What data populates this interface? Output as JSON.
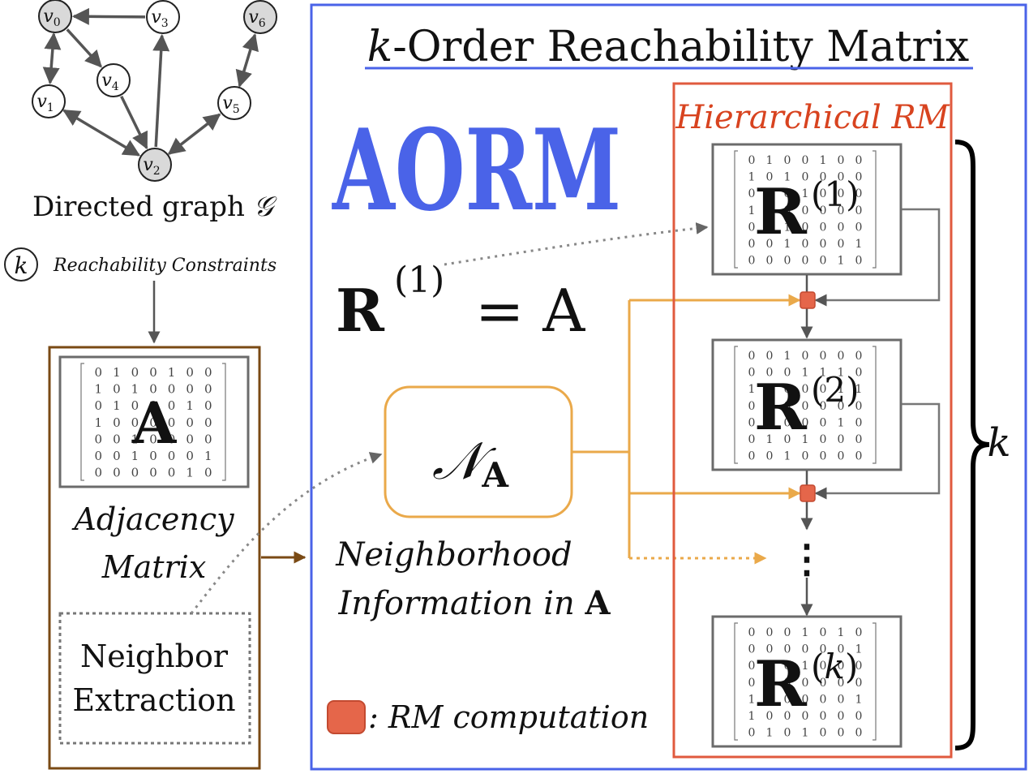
{
  "graph": {
    "caption_text": "Directed graph ",
    "caption_symbol": "𝒢",
    "nodes": [
      {
        "id": "v0",
        "base": "v",
        "sub": "0",
        "highlighted": true
      },
      {
        "id": "v3",
        "base": "v",
        "sub": "3",
        "highlighted": false
      },
      {
        "id": "v6",
        "base": "v",
        "sub": "6",
        "highlighted": true
      },
      {
        "id": "v4",
        "base": "v",
        "sub": "4",
        "highlighted": false
      },
      {
        "id": "v1",
        "base": "v",
        "sub": "1",
        "highlighted": false
      },
      {
        "id": "v5",
        "base": "v",
        "sub": "5",
        "highlighted": false
      },
      {
        "id": "v2",
        "base": "v",
        "sub": "2",
        "highlighted": true
      }
    ],
    "edges": [
      {
        "from": "v3",
        "to": "v0",
        "bidirectional": false
      },
      {
        "from": "v0",
        "to": "v4",
        "bidirectional": false
      },
      {
        "from": "v0",
        "to": "v1",
        "bidirectional": true
      },
      {
        "from": "v4",
        "to": "v2",
        "bidirectional": false
      },
      {
        "from": "v1",
        "to": "v2",
        "bidirectional": true
      },
      {
        "from": "v2",
        "to": "v3",
        "bidirectional": false
      },
      {
        "from": "v2",
        "to": "v5",
        "bidirectional": true
      },
      {
        "from": "v5",
        "to": "v6",
        "bidirectional": true
      }
    ]
  },
  "constraint": {
    "badge": "k",
    "label": "Reachability Constraints"
  },
  "adjacency": {
    "symbol": "A",
    "caption_line1": "Adjacency",
    "caption_line2": "Matrix",
    "matrix": [
      [
        "0",
        "1",
        "0",
        "0",
        "1",
        "0",
        "0"
      ],
      [
        "1",
        "0",
        "1",
        "0",
        "0",
        "0",
        "0"
      ],
      [
        "0",
        "1",
        "0",
        "0",
        "0",
        "1",
        "0"
      ],
      [
        "1",
        "0",
        "0",
        "0",
        "0",
        "0",
        "0"
      ],
      [
        "0",
        "0",
        "1",
        "0",
        "0",
        "0",
        "0"
      ],
      [
        "0",
        "0",
        "1",
        "0",
        "0",
        "0",
        "1"
      ],
      [
        "0",
        "0",
        "0",
        "0",
        "0",
        "1",
        "0"
      ]
    ]
  },
  "neighbor_extraction": {
    "line1": "Neighbor",
    "line2": "Extraction"
  },
  "main": {
    "title_k": "k",
    "title_rest": "-Order Reachability Matrix",
    "logo": "AORM",
    "eq_lhs": "R",
    "eq_sup": "(1)",
    "eq_rhs": "= A",
    "neighborhood_symbol": "𝒩",
    "neighborhood_sub": "A",
    "neighborhood_caption1": "Neighborhood",
    "neighborhood_caption2": "Information in ",
    "neighborhood_caption2_bold": "A",
    "legend_label": ": RM computation"
  },
  "hierarchical": {
    "title": "Hierarchical RM",
    "brace_label": "k",
    "ellipsis": "⋮",
    "blocks": [
      {
        "symbol": "R",
        "sup": "(1)",
        "matrix": [
          [
            "0",
            "1",
            "0",
            "0",
            "1",
            "0",
            "0"
          ],
          [
            "1",
            "0",
            "1",
            "0",
            "0",
            "0",
            "0"
          ],
          [
            "0",
            "1",
            "0",
            "1",
            "0",
            "0",
            "0"
          ],
          [
            "1",
            "0",
            "0",
            "0",
            "0",
            "0",
            "0"
          ],
          [
            "0",
            "0",
            "1",
            "0",
            "0",
            "0",
            "0"
          ],
          [
            "0",
            "0",
            "1",
            "0",
            "0",
            "0",
            "1"
          ],
          [
            "0",
            "0",
            "0",
            "0",
            "0",
            "1",
            "0"
          ]
        ]
      },
      {
        "symbol": "R",
        "sup": "(2)",
        "matrix": [
          [
            "0",
            "0",
            "1",
            "0",
            "0",
            "0",
            "0"
          ],
          [
            "0",
            "0",
            "0",
            "1",
            "1",
            "1",
            "0"
          ],
          [
            "1",
            "0",
            "0",
            "0",
            "0",
            "1",
            "1"
          ],
          [
            "0",
            "1",
            "0",
            "0",
            "0",
            "0",
            "0"
          ],
          [
            "0",
            "0",
            "0",
            "0",
            "0",
            "1",
            "0"
          ],
          [
            "0",
            "1",
            "0",
            "1",
            "0",
            "0",
            "0"
          ],
          [
            "0",
            "0",
            "1",
            "0",
            "0",
            "0",
            "0"
          ]
        ]
      },
      {
        "symbol": "R",
        "sup": "(k)",
        "matrix": [
          [
            "0",
            "0",
            "0",
            "1",
            "0",
            "1",
            "0"
          ],
          [
            "0",
            "0",
            "0",
            "0",
            "0",
            "0",
            "1"
          ],
          [
            "0",
            "0",
            "0",
            "1",
            "0",
            "0",
            "0"
          ],
          [
            "0",
            "0",
            "0",
            "0",
            "0",
            "0",
            "0"
          ],
          [
            "1",
            "0",
            "0",
            "0",
            "0",
            "0",
            "1"
          ],
          [
            "1",
            "0",
            "0",
            "0",
            "0",
            "0",
            "0"
          ],
          [
            "0",
            "1",
            "0",
            "1",
            "0",
            "0",
            "0"
          ]
        ]
      }
    ]
  },
  "colors": {
    "blue": "#4a63e8",
    "aorm": "#4a63e8",
    "red_box": "#e05a3e",
    "red_title": "#d8431f",
    "orange": "#eaa94a",
    "brown": "#7a4a14",
    "gray": "#6b6b6b",
    "node_gray": "#d9d9d9",
    "rm_square": "#e5664a"
  }
}
